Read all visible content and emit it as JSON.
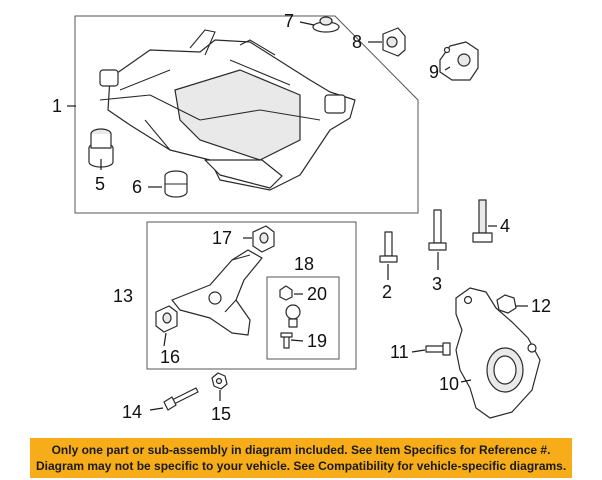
{
  "diagram": {
    "callouts": {
      "p1": "1",
      "p2": "2",
      "p3": "3",
      "p4": "4",
      "p5": "5",
      "p6": "6",
      "p7": "7",
      "p8": "8",
      "p9": "9",
      "p10": "10",
      "p11": "11",
      "p12": "12",
      "p13": "13",
      "p14": "14",
      "p15": "15",
      "p16": "16",
      "p17": "17",
      "p18": "18",
      "p19": "19",
      "p20": "20"
    }
  },
  "disclaimer": {
    "line1": "Only one part or sub-assembly in diagram included. See Item Specifics for Reference #.",
    "line2": "Diagram may not be specific to your vehicle. See Compatibility for vehicle-specific diagrams."
  },
  "colors": {
    "banner": "#f7ad19",
    "linework": "#2a2a2a"
  }
}
